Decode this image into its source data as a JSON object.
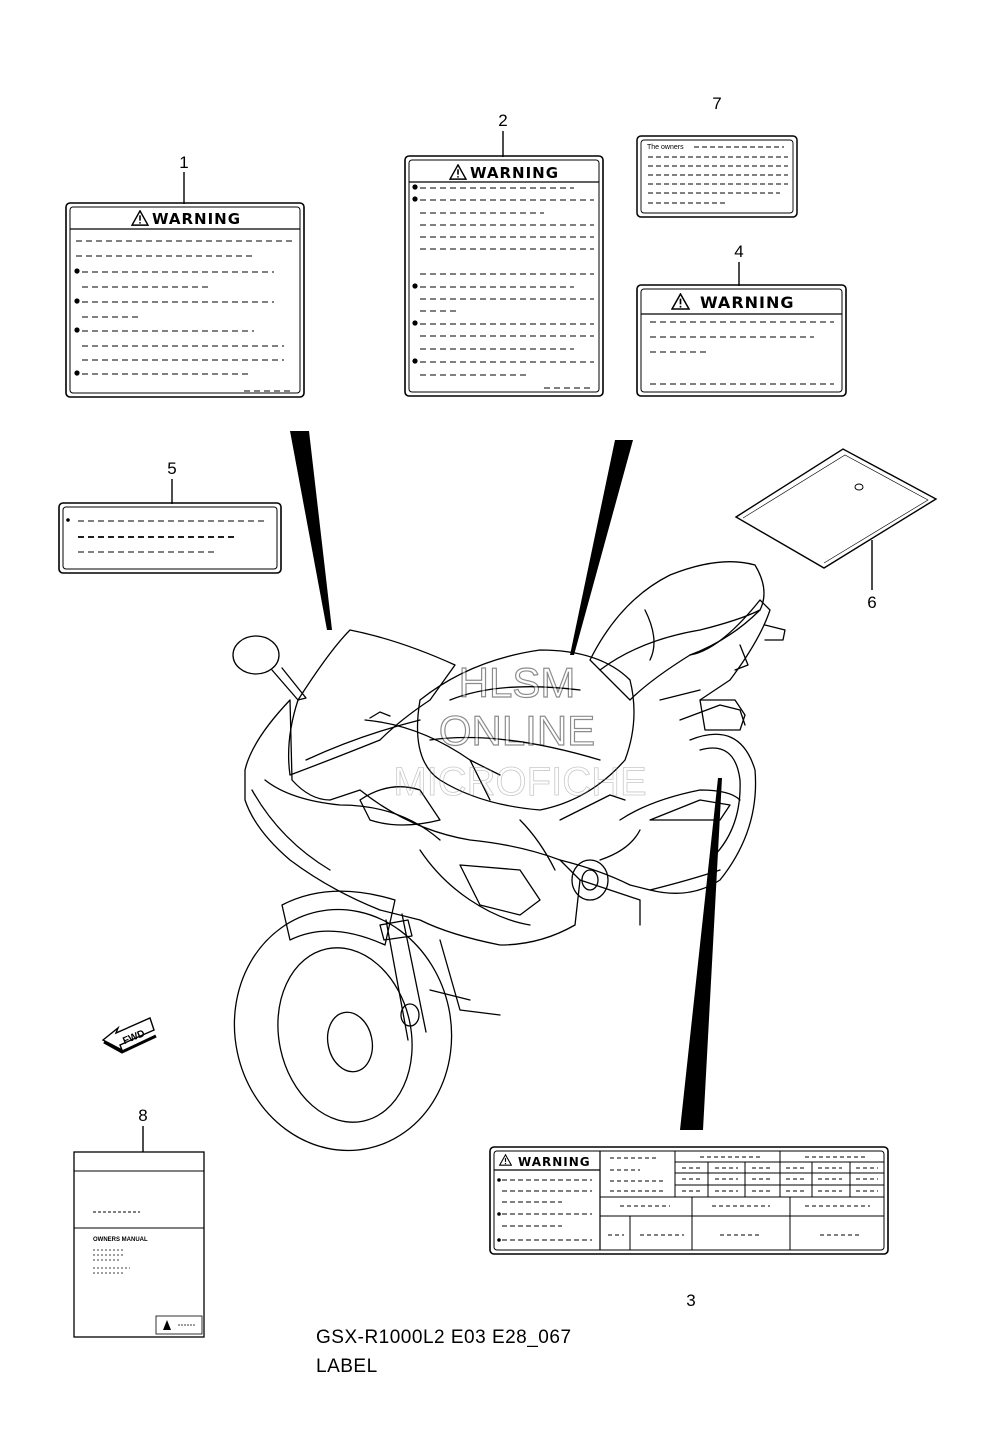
{
  "parts": [
    {
      "num": "1",
      "label": "WARNING"
    },
    {
      "num": "2",
      "label": "WARNING"
    },
    {
      "num": "3",
      "label": "WARNING"
    },
    {
      "num": "4",
      "label": "WARNING"
    },
    {
      "num": "5",
      "label": ""
    },
    {
      "num": "6",
      "label": ""
    },
    {
      "num": "7",
      "label": "The owners"
    },
    {
      "num": "8",
      "label": "OWNERS MANUAL"
    }
  ],
  "fwd": "FWD",
  "watermark": {
    "line1": "HLSM",
    "line2": "ONLINE",
    "line3": "MICROFICHE"
  },
  "footer": {
    "code": "GSX-R1000L2 E03 E28_067",
    "title": "LABEL"
  }
}
